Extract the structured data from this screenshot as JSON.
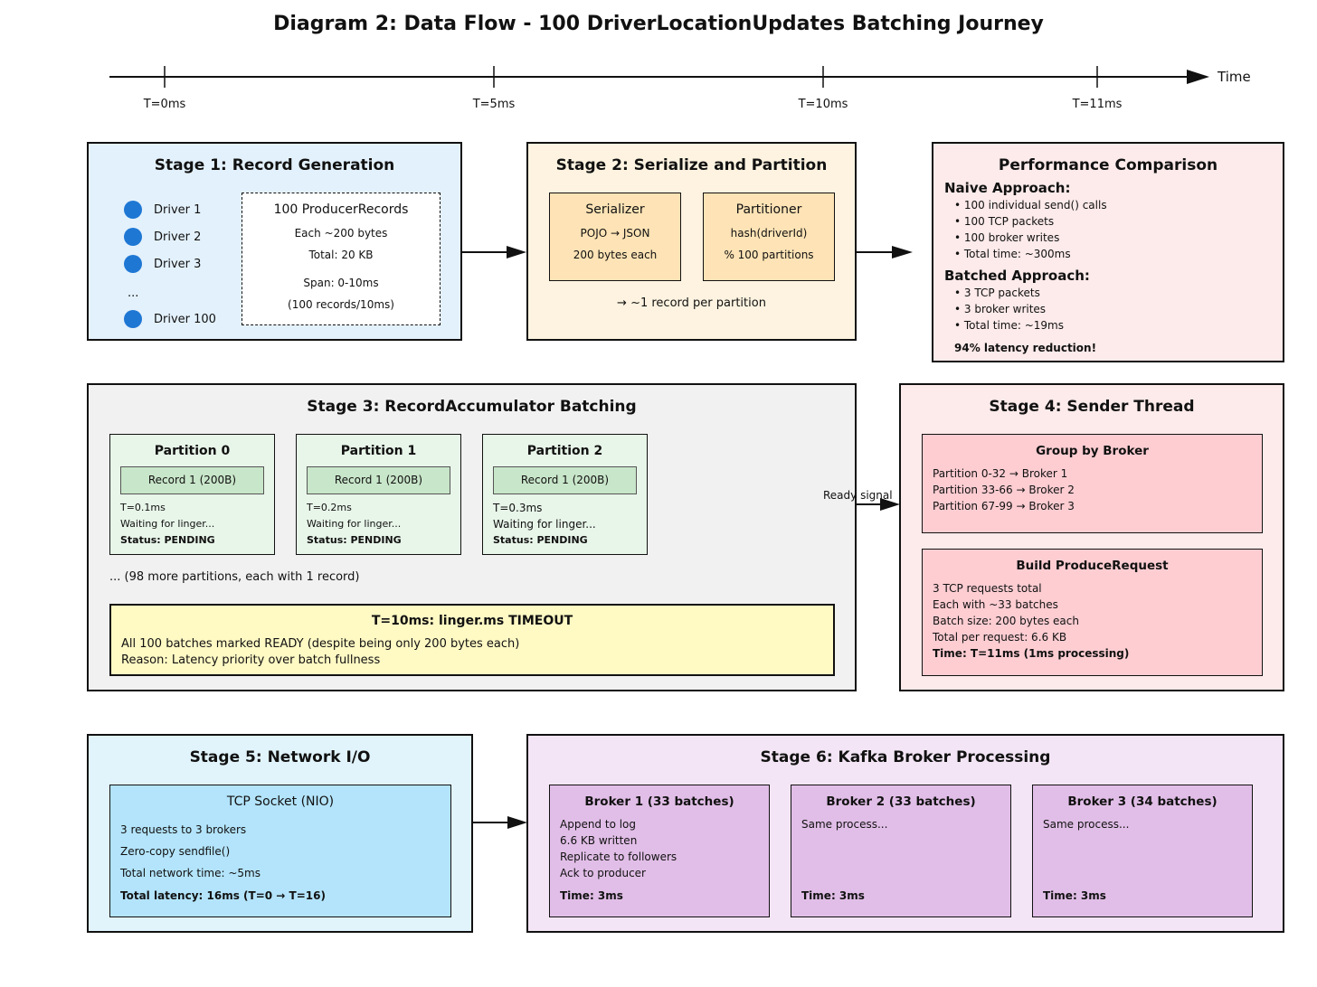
{
  "title": "Diagram 2: Data Flow - 100 DriverLocationUpdates Batching Journey",
  "timeline": {
    "axis_label": "Time",
    "ticks": [
      "T=0ms",
      "T=5ms",
      "T=10ms",
      "T=11ms"
    ]
  },
  "stage1": {
    "title": "Stage 1: Record Generation",
    "drivers": [
      "Driver 1",
      "Driver 2",
      "Driver 3",
      "Driver 100"
    ],
    "ellipsis": "...",
    "box_title": "100 ProducerRecords",
    "box_lines": [
      "Each ~200 bytes",
      "Total: 20 KB"
    ],
    "span_lines": [
      "Span: 0-10ms",
      "(100 records/10ms)"
    ]
  },
  "stage2": {
    "title": "Stage 2: Serialize and Partition",
    "serializer": {
      "title": "Serializer",
      "lines": [
        "POJO → JSON",
        "200 bytes each"
      ]
    },
    "partitioner": {
      "title": "Partitioner",
      "lines": [
        "hash(driverId)",
        "% 100 partitions"
      ]
    },
    "note": "→ ~1 record per partition"
  },
  "perf": {
    "title": "Performance Comparison",
    "naive_title": "Naive Approach:",
    "naive_items": [
      "• 100 individual send() calls",
      "• 100 TCP packets",
      "• 100 broker writes",
      "• Total time: ~300ms"
    ],
    "batched_title": "Batched Approach:",
    "batched_items": [
      "• 3 TCP packets",
      "• 3 broker writes",
      "• Total time: ~19ms"
    ],
    "result": "94% latency reduction!"
  },
  "stage3": {
    "title": "Stage 3: RecordAccumulator Batching",
    "partitions": [
      {
        "title": "Partition 0",
        "record": "Record 1 (200B)",
        "time": "T=0.1ms",
        "waiting": "Waiting for linger...",
        "status": "Status: PENDING"
      },
      {
        "title": "Partition 1",
        "record": "Record 1 (200B)",
        "time": "T=0.2ms",
        "waiting": "Waiting for linger...",
        "status": "Status: PENDING"
      },
      {
        "title": "Partition 2",
        "record": "Record 1 (200B)",
        "time": "T=0.3ms",
        "waiting": "Waiting for linger...",
        "status": "Status: PENDING"
      }
    ],
    "more": "... (98 more partitions, each with 1 record)",
    "timeout": {
      "title": "T=10ms: linger.ms TIMEOUT",
      "line1": "All 100 batches marked READY (despite being only 200 bytes each)",
      "line2": "Reason: Latency priority over batch fullness"
    }
  },
  "ready_signal": "Ready signal",
  "stage4": {
    "title": "Stage 4: Sender Thread",
    "group": {
      "title": "Group by Broker",
      "lines": [
        "Partition 0-32 → Broker 1",
        "Partition 33-66 → Broker 2",
        "Partition 67-99 → Broker 3"
      ]
    },
    "build": {
      "title": "Build ProduceRequest",
      "lines": [
        "3 TCP requests total",
        "Each with ~33 batches",
        "Batch size: 200 bytes each",
        "Total per request: 6.6 KB"
      ],
      "time": "Time: T=11ms (1ms processing)"
    }
  },
  "stage5": {
    "title": "Stage 5: Network I/O",
    "box_title": "TCP Socket (NIO)",
    "lines": [
      "3 requests to 3 brokers",
      "Zero-copy sendfile()",
      "Total network time: ~5ms"
    ],
    "total": "Total latency: 16ms (T=0 → T=16)"
  },
  "stage6": {
    "title": "Stage 6: Kafka Broker Processing",
    "brokers": [
      {
        "title": "Broker 1 (33 batches)",
        "lines": [
          "Append to log",
          "6.6 KB written",
          "Replicate to followers",
          "Ack to producer"
        ],
        "time": "Time: 3ms"
      },
      {
        "title": "Broker 2 (33 batches)",
        "lines": [
          "Same process..."
        ],
        "time": "Time: 3ms"
      },
      {
        "title": "Broker 3 (34 batches)",
        "lines": [
          "Same process..."
        ],
        "time": "Time: 3ms"
      }
    ]
  },
  "colors": {
    "stage1_bg": "#e3f1fc",
    "stage2_bg": "#fdf3e0",
    "stage2_box": "#fde3b5",
    "perf_bg": "#fdeaea",
    "stage3_bg": "#f1f1f1",
    "partition_bg": "#e8f5e9",
    "record_bg": "#c8e6c9",
    "timeout_bg": "#fff9c4",
    "stage4_bg": "#fdeaea",
    "stage4_box": "#fdcdd2",
    "stage5_bg": "#e1f4fc",
    "stage5_box": "#b3e4fb",
    "stage6_bg": "#f3e5f5",
    "stage6_box": "#e1bee7",
    "driver_dot": "#1f77d4"
  }
}
